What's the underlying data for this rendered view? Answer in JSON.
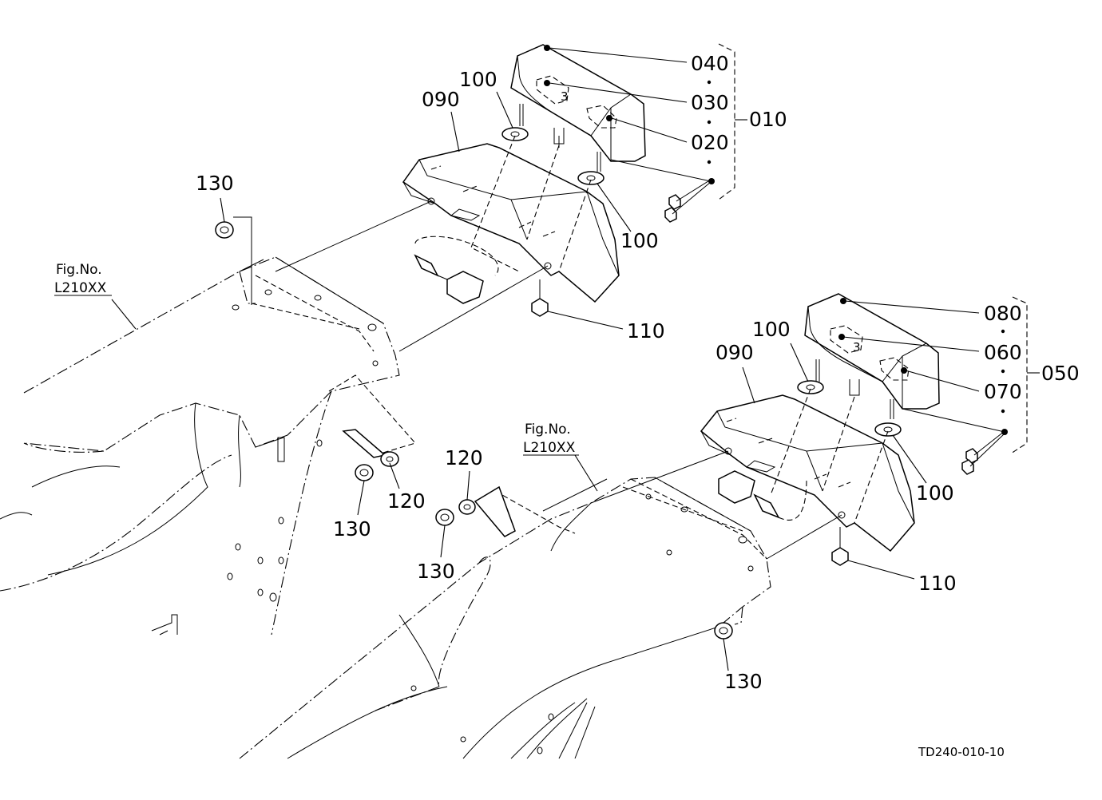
{
  "diagram": {
    "code": "TD240-010-10",
    "fig_ref": {
      "line1": "Fig.No.",
      "line2": "L210XX"
    },
    "labels": {
      "p040": "040",
      "p030": "030",
      "p020": "020",
      "p010": "010",
      "p100a": "100",
      "p090a": "090",
      "p100b": "100",
      "p110a": "110",
      "p130a": "130",
      "p130b": "130",
      "p120a": "120",
      "p080": "080",
      "p060": "060",
      "p070": "070",
      "p050": "050",
      "p100c": "100",
      "p090b": "090",
      "p100d": "100",
      "p110b": "110",
      "p120b": "120",
      "p130c": "130",
      "p130d": "130"
    }
  }
}
